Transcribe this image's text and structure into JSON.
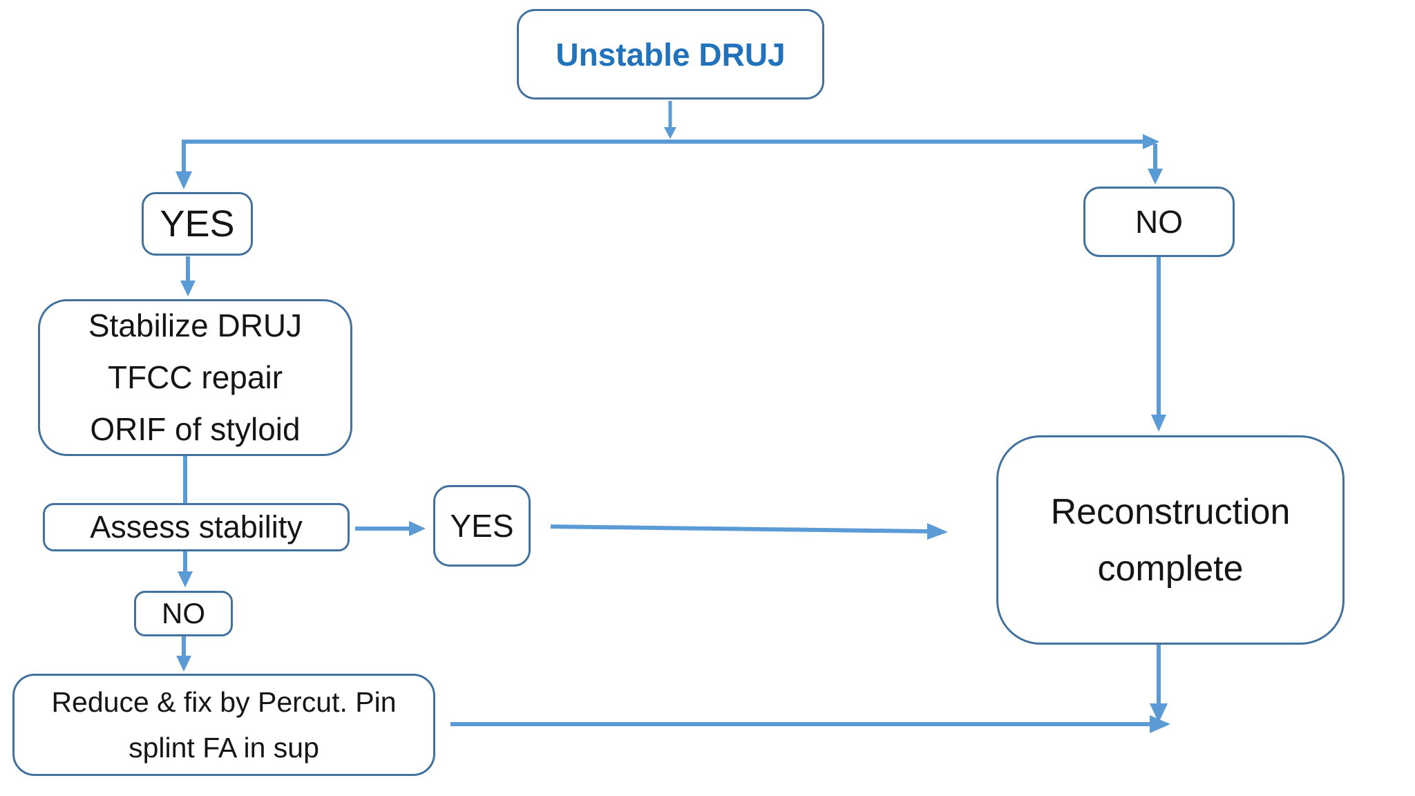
{
  "colors": {
    "connector": "#5b9bd5",
    "box-border": "#41719c",
    "title-text": "#2272bb",
    "body-text": "#151515",
    "background": "#ffffff"
  },
  "nodes": {
    "unstable_druj": {
      "label": "Unstable DRUJ"
    },
    "branch_yes": {
      "label": "YES"
    },
    "stabilize": {
      "line1": "Stabilize DRUJ",
      "line2": "TFCC repair",
      "line3": "ORIF of styloid"
    },
    "assess": {
      "label": "Assess stability"
    },
    "stable_yes": {
      "label": "YES"
    },
    "stable_no": {
      "label": "NO"
    },
    "reduce": {
      "line1": "Reduce & fix by Percut. Pin",
      "line2": "splint FA in sup"
    },
    "branch_no": {
      "label": "NO"
    },
    "reconstruction": {
      "line1": "Reconstruction",
      "line2": "complete"
    }
  }
}
